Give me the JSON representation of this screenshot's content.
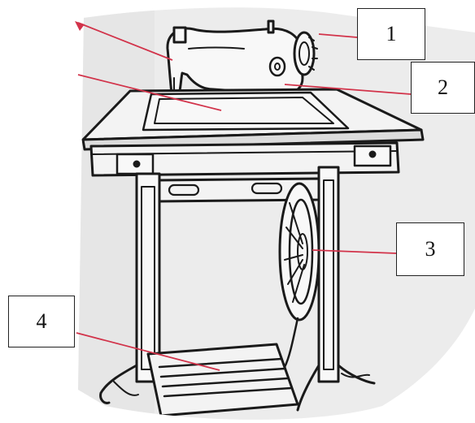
{
  "labels": [
    {
      "id": "1",
      "text": "1"
    },
    {
      "id": "2",
      "text": "2"
    },
    {
      "id": "3",
      "text": "3"
    },
    {
      "id": "4",
      "text": "4"
    }
  ],
  "colors": {
    "leader_line": "#d2334a",
    "ink": "#1a1a1a",
    "paper": "#ececec"
  }
}
